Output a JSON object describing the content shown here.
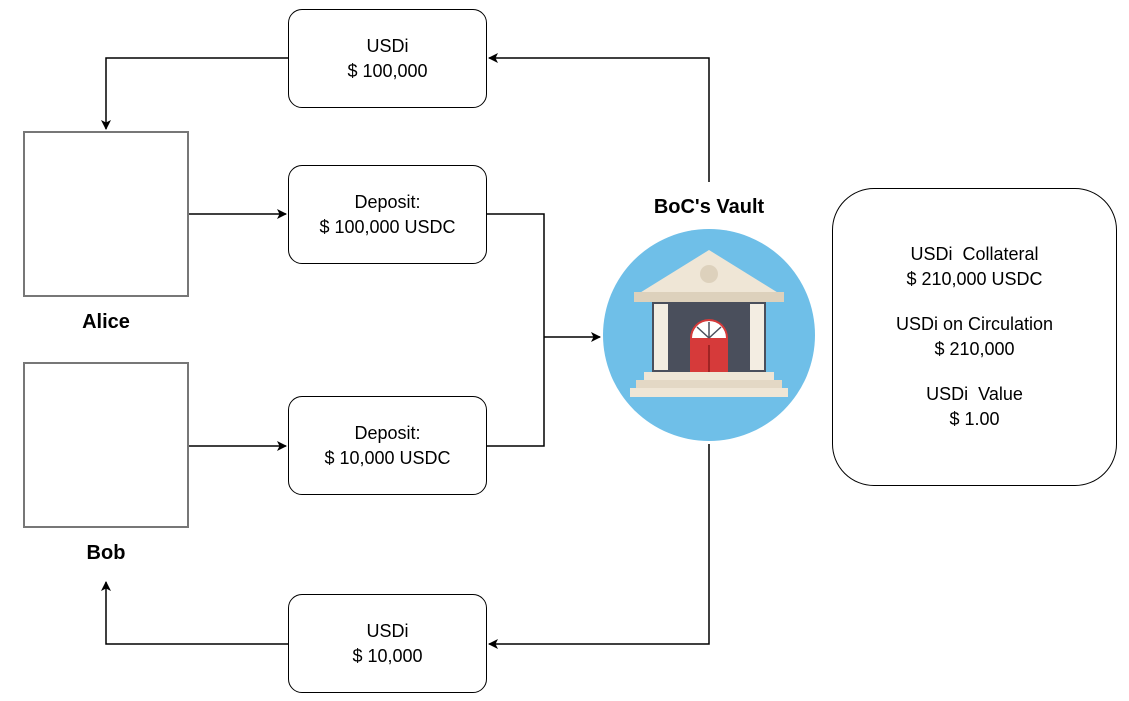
{
  "people": [
    {
      "name": "Alice",
      "icon": "user-avatar-icon"
    },
    {
      "name": "Bob",
      "icon": "user-avatar-icon"
    }
  ],
  "vault": {
    "title": "BoC's Vault",
    "icon": "bank-icon"
  },
  "boxes": {
    "usdi_alice": {
      "line1": "USDi",
      "line2": "$ 100,000"
    },
    "deposit_alice": {
      "line1": "Deposit:",
      "line2": "$ 100,000 USDC"
    },
    "deposit_bob": {
      "line1": "Deposit:",
      "line2": "$ 10,000 USDC"
    },
    "usdi_bob": {
      "line1": "USDi",
      "line2": "$ 10,000"
    }
  },
  "info": {
    "collateral_label": "USDi  Collateral",
    "collateral_value": "$ 210,000 USDC",
    "circulation_label": "USDi on Circulation",
    "circulation_value": "$ 210,000",
    "value_label": "USDi  Value",
    "value_value": "$ 1.00"
  },
  "colors": {
    "avatar_stroke": "#3d8bd6",
    "vault_circle": "#6fbfe8",
    "vault_door": "#d63a3a",
    "vault_body": "#4a4f5c",
    "vault_stone": "#efe6d6"
  }
}
